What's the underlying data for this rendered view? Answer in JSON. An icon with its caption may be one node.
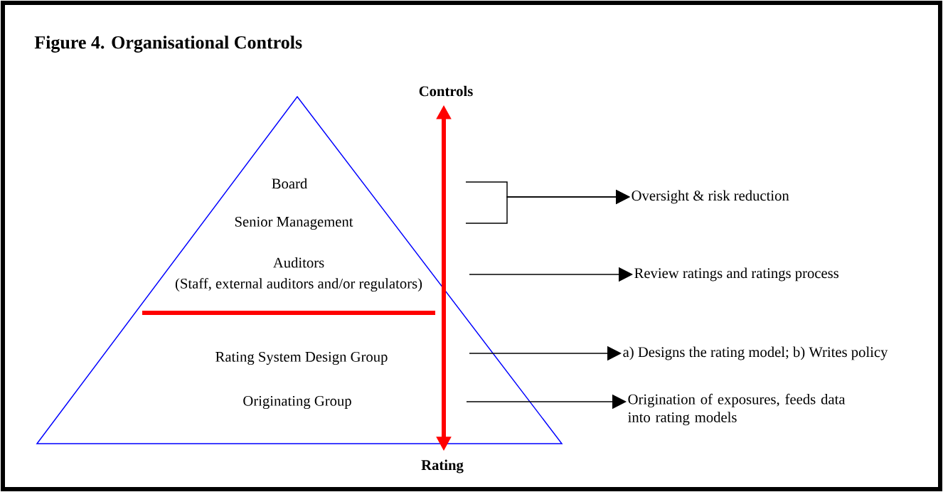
{
  "diagram": {
    "title": "Figure 4. Organisational Controls",
    "nodes": [
      {
        "text": [],
        "shape": "triangle"
      },
      {
        "text": [
          "Board"
        ],
        "in": 0
      },
      {
        "text": [
          "Senior Management"
        ],
        "in": 0
      },
      {
        "text": [
          "Auditors",
          "(Staff, external auditors and/or regulators)"
        ],
        "in": 0
      },
      {
        "text": [
          "Rating System Design Group"
        ],
        "in": 0
      },
      {
        "text": [
          "Originating Group"
        ],
        "in": 0
      },
      {
        "text": [
          "Controls"
        ]
      },
      {
        "text": [
          "Rating"
        ]
      },
      {
        "text": [
          "Oversight & risk reduction"
        ]
      },
      {
        "text": [
          "Review ratings and ratings process"
        ]
      },
      {
        "text": [
          "a) Designs the rating model; b) Writes policy"
        ]
      },
      {
        "text": [
          "Origination of exposures, feeds data into rating models"
        ]
      }
    ],
    "edges": [
      {
        "from": null,
        "to": 8,
        "arrow": "to"
      },
      {
        "from": null,
        "to": 8,
        "arrow": "to"
      },
      {
        "from": null,
        "to": 9,
        "arrow": "to"
      },
      {
        "from": null,
        "to": 10,
        "arrow": "to"
      },
      {
        "from": null,
        "to": 11,
        "arrow": "to"
      },
      {
        "from": 6,
        "to": 7,
        "arrow": "both",
        "style": "thick",
        "color": "#ff0000"
      }
    ]
  }
}
